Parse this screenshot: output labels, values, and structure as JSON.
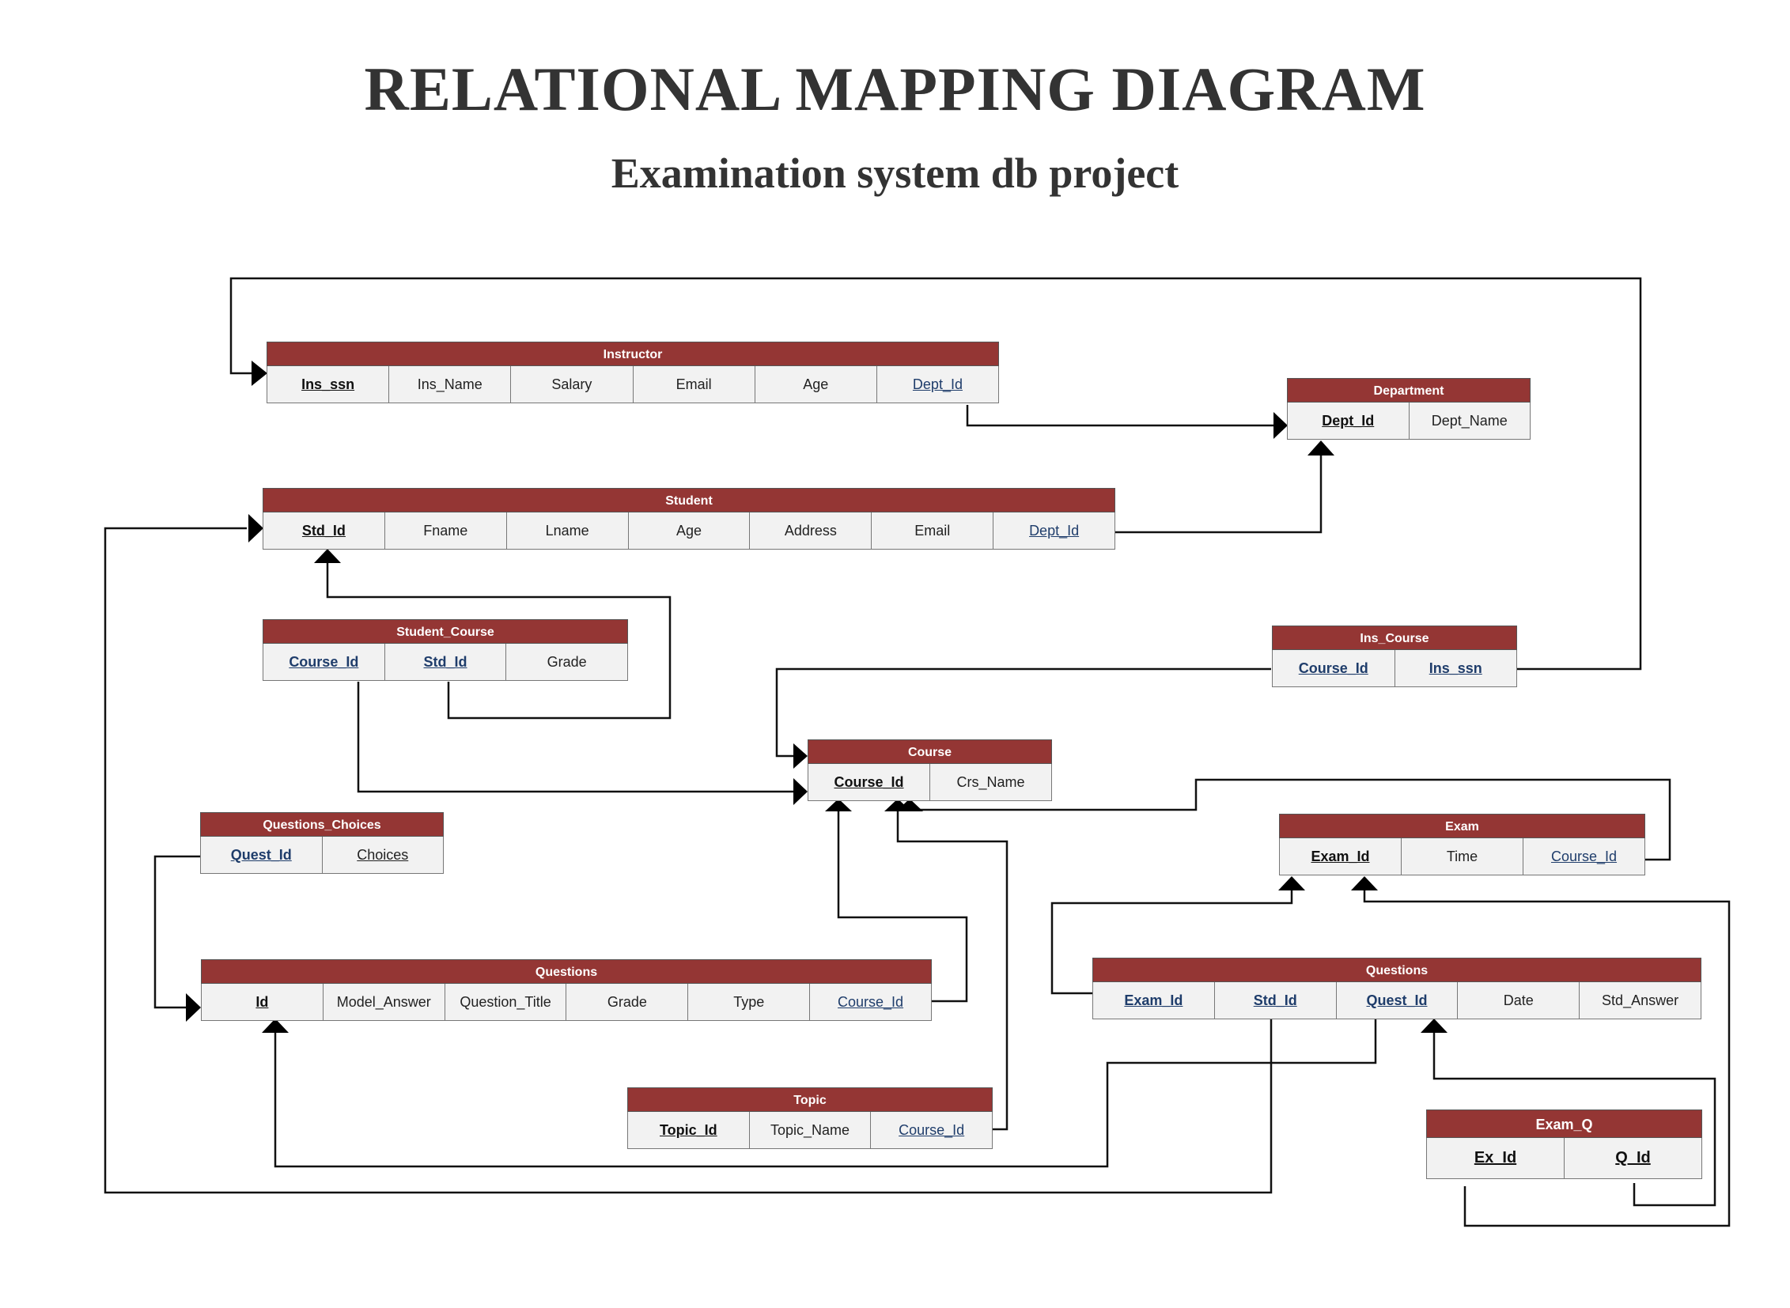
{
  "title": "RELATIONAL MAPPING DIAGRAM",
  "subtitle": "Examination system db project",
  "tables": {
    "instructor": {
      "name": "Instructor",
      "cols": [
        "Ins_ssn",
        "Ins_Name",
        "Salary",
        "Email",
        "Age",
        "Dept_Id"
      ]
    },
    "department": {
      "name": "Department",
      "cols": [
        "Dept_Id",
        "Dept_Name"
      ]
    },
    "student": {
      "name": "Student",
      "cols": [
        "Std_Id",
        "Fname",
        "Lname",
        "Age",
        "Address",
        "Email",
        "Dept_Id"
      ]
    },
    "student_course": {
      "name": "Student_Course",
      "cols": [
        "Course_Id",
        "Std_Id",
        "Grade"
      ]
    },
    "ins_course": {
      "name": "Ins_Course",
      "cols": [
        "Course_Id",
        "Ins_ssn"
      ]
    },
    "course": {
      "name": "Course",
      "cols": [
        "Course_Id",
        "Crs_Name"
      ]
    },
    "questions_choices": {
      "name": "Questions_Choices",
      "cols": [
        "Quest_Id",
        "Choices"
      ]
    },
    "exam": {
      "name": "Exam",
      "cols": [
        "Exam_Id",
        "Time",
        "Course_Id"
      ]
    },
    "questions": {
      "name": "Questions",
      "cols": [
        "Id",
        "Model_Answer",
        "Question_Title",
        "Grade",
        "Type",
        "Course_Id"
      ]
    },
    "std_questions": {
      "name": "Questions",
      "cols": [
        "Exam_Id",
        "Std_Id",
        "Quest_Id",
        "Date",
        "Std_Answer"
      ]
    },
    "topic": {
      "name": "Topic",
      "cols": [
        "Topic_Id",
        "Topic_Name",
        "Course_Id"
      ]
    },
    "exam_q": {
      "name": "Exam_Q",
      "cols": [
        "Ex_Id",
        "Q_Id"
      ]
    }
  }
}
